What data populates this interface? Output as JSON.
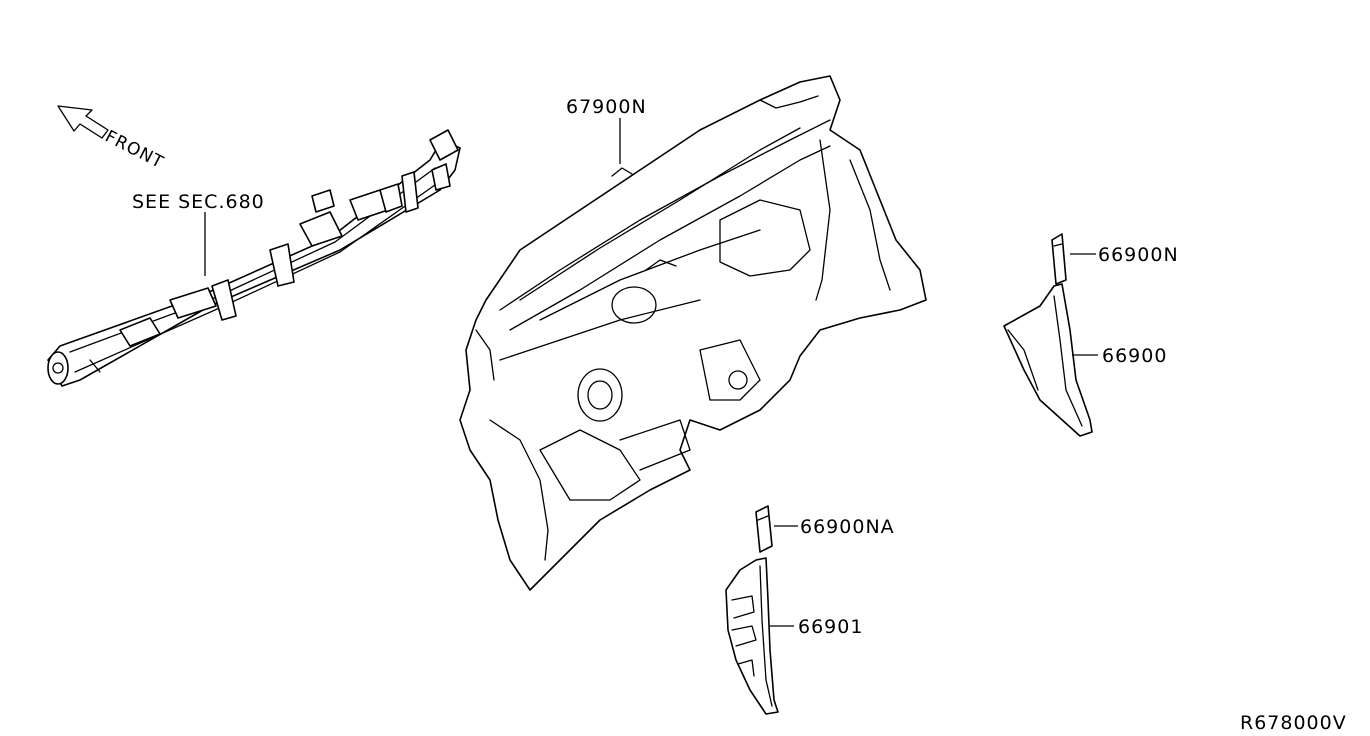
{
  "front_indicator": {
    "label": "FRONT"
  },
  "callouts": [
    {
      "id": "see-sec-680",
      "text": "SEE SEC.680"
    },
    {
      "id": "67900n",
      "text": "67900N"
    },
    {
      "id": "66900n",
      "text": "66900N"
    },
    {
      "id": "66900",
      "text": "66900"
    },
    {
      "id": "66900na",
      "text": "66900NA"
    },
    {
      "id": "66901",
      "text": "66901"
    }
  ],
  "diagram_code": "R678000V",
  "colors": {
    "line": "#000000",
    "background": "#ffffff"
  }
}
